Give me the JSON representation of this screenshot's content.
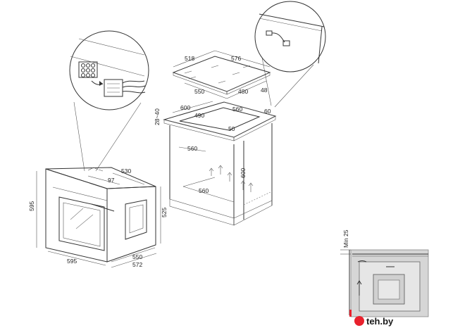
{
  "labels": {
    "hob_top_left": "518",
    "hob_top_right": "576",
    "hob_front": "550",
    "hob_side": "480",
    "hob_thickness": "48",
    "cab_gap": "28~40",
    "cab_width": "600",
    "cab_cut_w": "490",
    "cab_cut_d": "560",
    "cab_cut_50": "50",
    "cab_cut_60": "60",
    "cab_inner_d": "560",
    "cab_inner_h": "600",
    "cab_bottom_d": "560",
    "oven_top_w": "530",
    "oven_97": "97",
    "oven_height": "595",
    "oven_side": "525",
    "oven_width": "595",
    "oven_depth_550": "550",
    "oven_depth_572": "572",
    "inset_min": "Min 25"
  },
  "watermark": {
    "text": "teh.by"
  },
  "colors": {
    "line": "#333333",
    "inset_fill": "#d6d6d6",
    "accent_red": "#e8212d"
  }
}
